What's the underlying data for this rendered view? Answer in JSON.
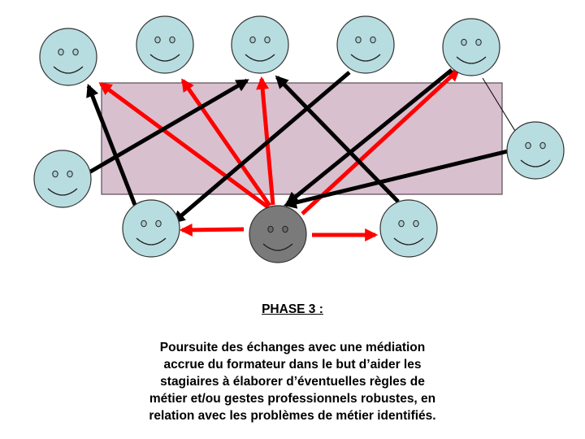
{
  "colors": {
    "table_fill": "#d8c0cf",
    "table_stroke": "#5a4a55",
    "trainee_face": "#b8dde0",
    "trainer_face": "#7a7a7a",
    "red_arrow": "#ff0000",
    "black_arrow": "#000000"
  },
  "participants": [
    {
      "id": "trainee-1",
      "role": "trainee"
    },
    {
      "id": "trainee-2",
      "role": "trainee"
    },
    {
      "id": "trainee-3",
      "role": "trainee"
    },
    {
      "id": "trainee-4",
      "role": "trainee"
    },
    {
      "id": "trainee-5",
      "role": "trainee"
    },
    {
      "id": "trainee-6",
      "role": "trainee"
    },
    {
      "id": "trainee-7",
      "role": "trainee"
    },
    {
      "id": "trainee-8",
      "role": "trainee"
    },
    {
      "id": "trainee-9",
      "role": "trainee"
    },
    {
      "id": "trainer",
      "role": "trainer"
    }
  ],
  "arrows": [
    {
      "from": "trainer",
      "to": "trainee-1",
      "color": "red"
    },
    {
      "from": "trainer",
      "to": "trainee-2",
      "color": "red"
    },
    {
      "from": "trainer",
      "to": "trainee-3",
      "color": "red"
    },
    {
      "from": "trainer",
      "to": "trainee-5",
      "color": "red"
    },
    {
      "from": "trainer",
      "to": "trainee-8",
      "color": "red"
    },
    {
      "from": "trainer",
      "to": "trainee-9",
      "color": "red"
    },
    {
      "from": "trainee-6",
      "to": "trainee-3",
      "color": "black"
    },
    {
      "from": "trainee-8",
      "to": "trainee-1",
      "color": "black"
    },
    {
      "from": "trainee-4",
      "to": "trainee-8",
      "color": "black"
    },
    {
      "from": "trainee-9",
      "to": "trainee-3",
      "color": "black"
    },
    {
      "from": "trainee-5",
      "to": "trainer",
      "color": "black"
    },
    {
      "from": "trainee-7",
      "to": "trainer",
      "color": "black"
    },
    {
      "from": "trainee-5",
      "to": "trainee-7",
      "color": "black-thin"
    }
  ],
  "caption": {
    "title": "PHASE 3 :",
    "lines": [
      "Poursuite des échanges avec une médiation",
      "accrue du formateur dans le but d’aider les",
      "stagiaires à élaborer d’éventuelles règles de",
      "métier et/ou gestes professionnels robustes, en",
      "relation avec les problèmes de métier identifiés."
    ]
  }
}
